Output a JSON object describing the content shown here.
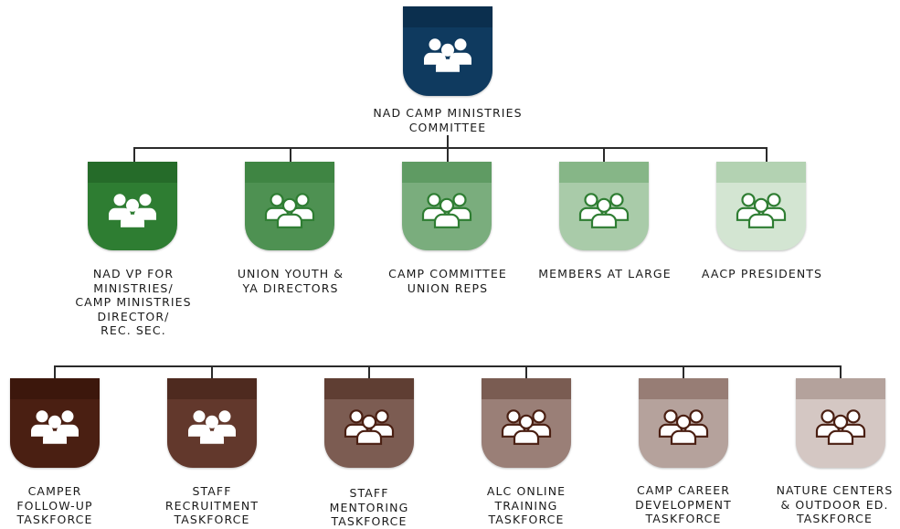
{
  "top": {
    "label": "NAD CAMP MINISTRIES\nCOMMITTEE",
    "color": "#0f3a5f",
    "band": "#0b2f4e",
    "icon": "group-icon"
  },
  "committee": [
    {
      "label": "NAD VP FOR\nMINISTRIES/\nCAMP MINISTRIES\nDIRECTOR/\nREC. SEC.",
      "color": "#2e7d32",
      "band": "#256b29",
      "filled": true
    },
    {
      "label": "UNION YOUTH &\nYA DIRECTORS",
      "color": "#4e9152",
      "band": "#3f8543",
      "filled": false
    },
    {
      "label": "CAMP COMMITTEE\nUNION REPS",
      "color": "#7aad7d",
      "band": "#5f9b63",
      "filled": false
    },
    {
      "label": "MEMBERS AT LARGE",
      "color": "#a9cba9",
      "band": "#86b687",
      "filled": false
    },
    {
      "label": "AACP PRESIDENTS",
      "color": "#d3e5d2",
      "band": "#b3d2b2",
      "filled": false
    }
  ],
  "taskforces": [
    {
      "label": "CAMPER\nFOLLOW-UP\nTASKFORCE",
      "color": "#4a1f12",
      "band": "#3c170c",
      "filled": true
    },
    {
      "label": "STAFF\nRECRUITMENT\nTASKFORCE",
      "color": "#62382c",
      "band": "#4e2a1f",
      "filled": true
    },
    {
      "label": "STAFF\nMENTORING\nTASKFORCE",
      "color": "#7c5c52",
      "band": "#5f3e33",
      "filled": false
    },
    {
      "label": "ALC ONLINE\nTRAINING\nTASKFORCE",
      "color": "#9a7f77",
      "band": "#7a5c52",
      "filled": false
    },
    {
      "label": "CAMP CAREER\nDEVELOPMENT\nTASKFORCE",
      "color": "#b5a29c",
      "band": "#977d75",
      "filled": false
    },
    {
      "label": "NATURE CENTERS\n& OUTDOOR ED.\nTASKFORCE",
      "color": "#d4c7c3",
      "band": "#b4a29c",
      "filled": false
    }
  ]
}
